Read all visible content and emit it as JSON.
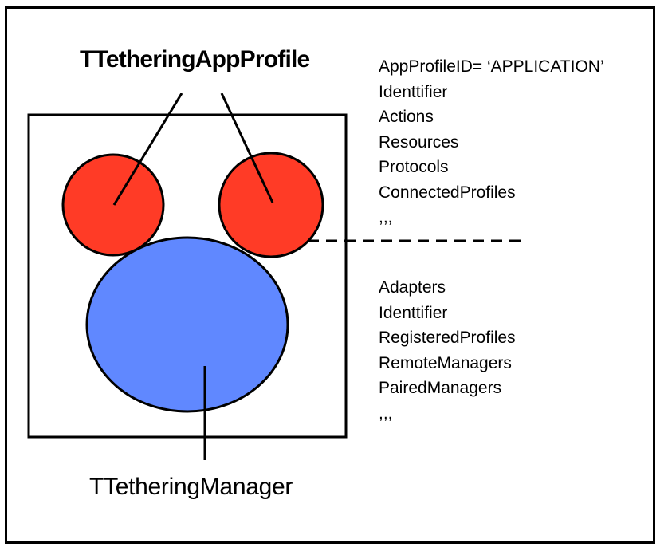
{
  "diagram": {
    "app_profile_title": "TTetheringAppProfile",
    "manager_title": "TTetheringManager",
    "app_profile_properties": [
      "AppProfileID= ‘APPLICATION’",
      "Identtifier",
      "Actions",
      "Resources",
      "Protocols",
      "ConnectedProfiles",
      ",,,"
    ],
    "manager_properties": [
      "Adapters",
      "Identtifier",
      "RegisteredProfiles",
      "RemoteManagers",
      "PairedManagers",
      ",,,"
    ],
    "colors": {
      "profile_fill": "#FF3B26",
      "manager_fill": "#6088FF",
      "stroke": "#000000",
      "background": "#FFFFFF"
    }
  }
}
